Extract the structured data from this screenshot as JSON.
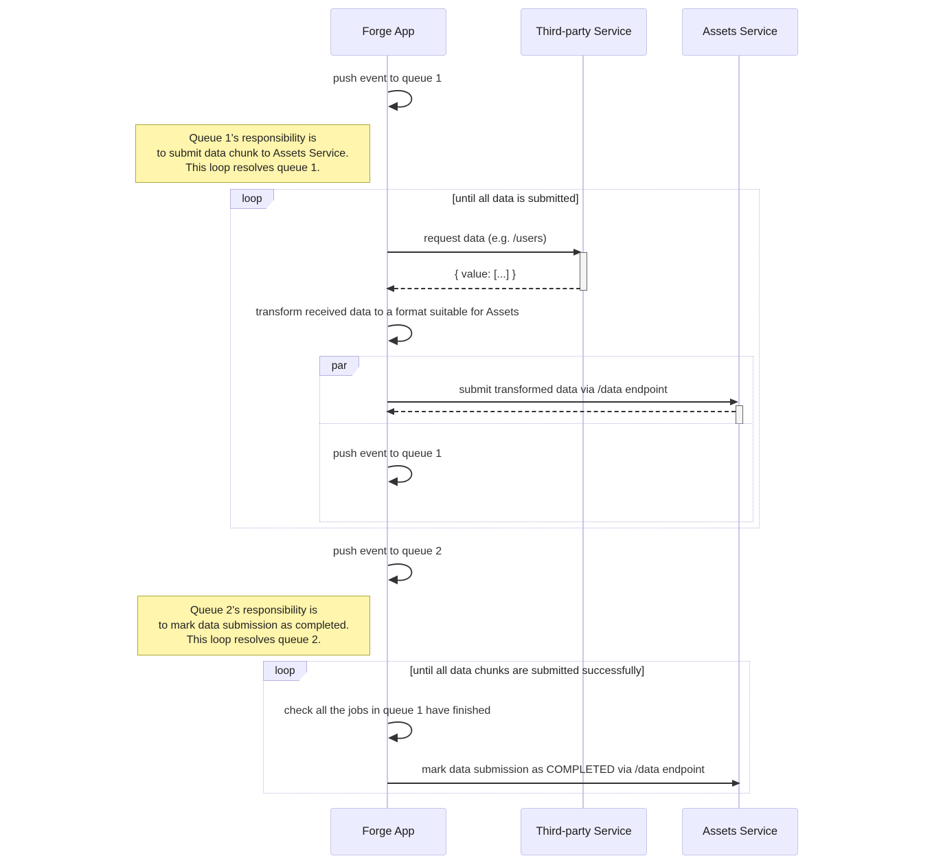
{
  "participants": {
    "forge": "Forge App",
    "third": "Third-party Service",
    "assets": "Assets Service"
  },
  "messages": {
    "push_queue1": "push event to queue 1",
    "request_data": "request data (e.g. /users)",
    "value_return": "{ value: [...] }",
    "transform": "transform received data to a format suitable for Assets",
    "submit_data": "submit transformed data via /data endpoint",
    "push_queue1_repeat": "push event to queue 1",
    "push_queue2": "push event to queue 2",
    "check_jobs": "check all the jobs in queue 1 have finished",
    "mark_completed": "mark data submission as COMPLETED via /data endpoint"
  },
  "notes": {
    "note1": {
      "line1": "Queue 1's responsibility is",
      "line2": "to submit data chunk to Assets Service.",
      "line3": "This loop resolves queue 1."
    },
    "note2": {
      "line1": "Queue 2's responsibility is",
      "line2": "to mark data submission as completed.",
      "line3": "This loop resolves queue 2."
    }
  },
  "frames": {
    "loop1": {
      "label": "loop",
      "condition": "[until all data is submitted]"
    },
    "par": {
      "label": "par"
    },
    "loop2": {
      "label": "loop",
      "condition": "[until all data chunks are submitted successfully]"
    }
  },
  "colors": {
    "participant_fill": "#ECECFF",
    "participant_border": "#c9c5ea",
    "lifeline": "#ccc6ee",
    "note_fill": "#FFF5AD",
    "note_border": "#AAAA33",
    "frame_border": "#b9b1e0",
    "arrow_and_text": "#333333",
    "activation_fill": "#f4f4f4",
    "activation_border": "#666666"
  }
}
